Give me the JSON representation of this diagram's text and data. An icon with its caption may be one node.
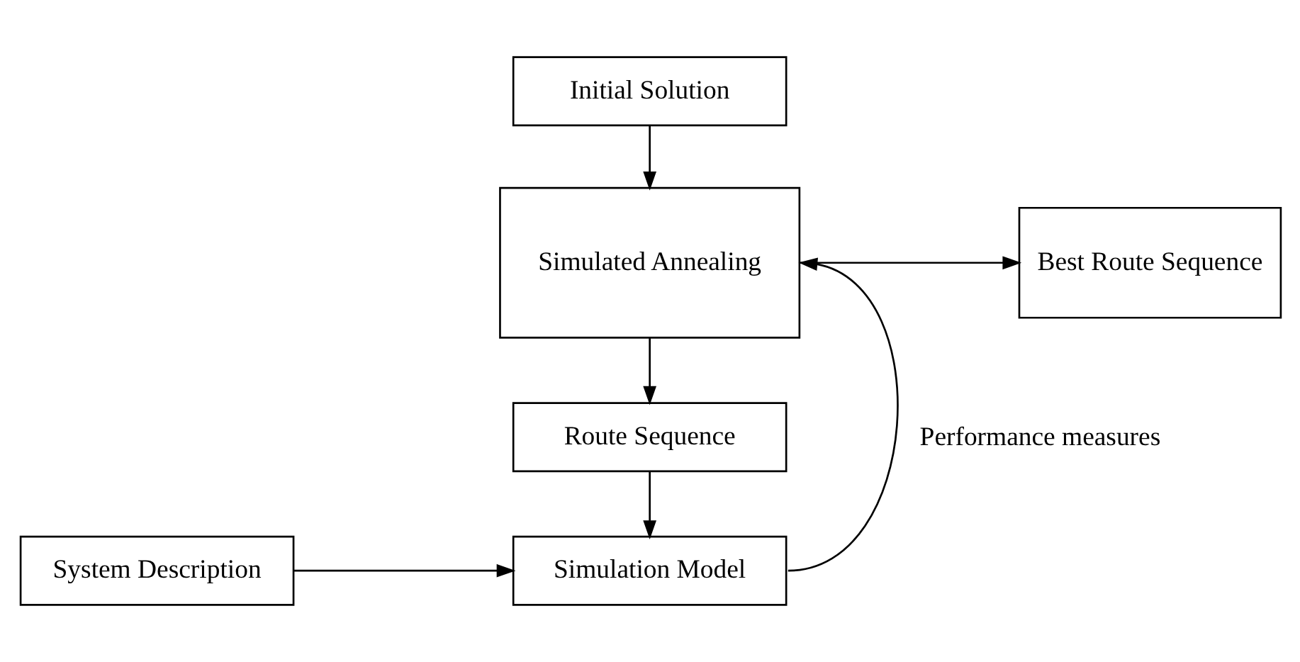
{
  "diagram": {
    "nodes": [
      {
        "text": [
          "Initial Solution"
        ]
      },
      {
        "text": [
          "Simulated Annealing"
        ]
      },
      {
        "text": [
          "Best Route Sequence"
        ]
      },
      {
        "text": [
          "Route Sequence"
        ]
      },
      {
        "text": [
          "System Description"
        ]
      },
      {
        "text": [
          "Simulation Model"
        ]
      }
    ],
    "edges": [
      {
        "from": 0,
        "to": 1,
        "arrow": "to"
      },
      {
        "from": 1,
        "to": 2,
        "arrow": "to"
      },
      {
        "from": 1,
        "to": 3,
        "arrow": "to"
      },
      {
        "from": 3,
        "to": 5,
        "arrow": "to"
      },
      {
        "from": 4,
        "to": 5,
        "arrow": "to"
      },
      {
        "from": 5,
        "to": 1,
        "arrow": "to",
        "label": "Performance measures"
      }
    ]
  }
}
